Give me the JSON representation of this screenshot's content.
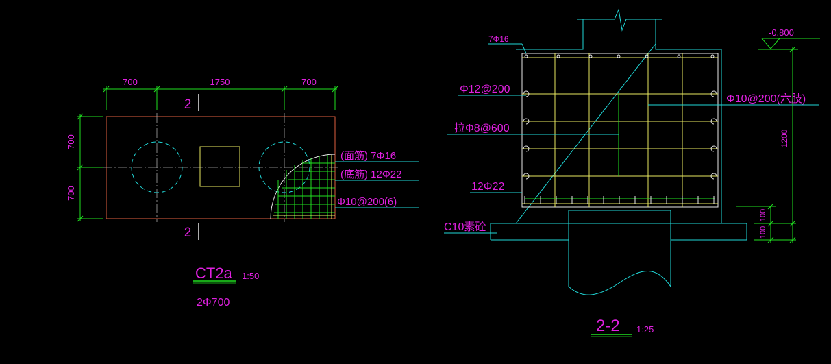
{
  "plan": {
    "dims_top": [
      "700",
      "1750",
      "700"
    ],
    "dims_left": [
      "700",
      "700"
    ],
    "section_mark": "2",
    "rebar_top": "(面筋)  7Φ16",
    "rebar_bottom": "(底筋)  12Φ22",
    "rebar_side": "Φ10@200(6)",
    "title": "CT2a",
    "scale": "1:50",
    "subtitle": "2Φ700"
  },
  "section": {
    "top_bars": "7Φ16",
    "elevation": "-0.800",
    "side_bars": "Φ12@200",
    "tie_bars": "拉Φ8@600",
    "stirrups": "Φ10@200(六肢)",
    "bottom_bars": "12Φ22",
    "blinding": "C10素砼",
    "dim_height": "1200",
    "dim_100a": "100",
    "dim_100b": "100",
    "title": "2-2",
    "scale": "1:25"
  },
  "colors": {
    "background": "#000000",
    "cyan": "#20d8d8",
    "green": "#20e020",
    "magenta": "#e020e0",
    "yellow": "#e8e860",
    "red": "#e06040",
    "white": "#e8e8e8"
  }
}
